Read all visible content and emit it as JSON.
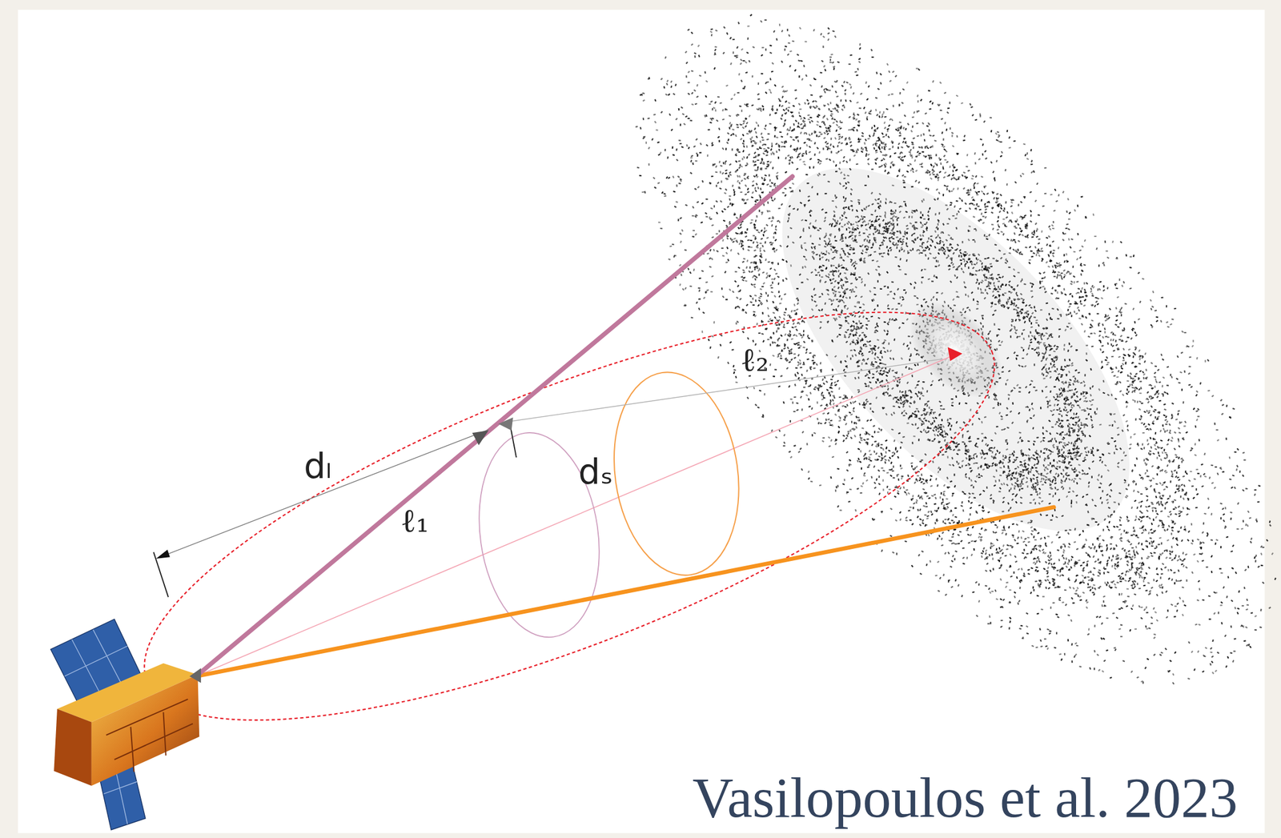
{
  "diagram": {
    "labels": [
      "dₗ",
      "ℓ₁",
      "dₛ",
      "ℓ₂",
      "Vasilopoulos et al. 2023"
    ]
  }
}
